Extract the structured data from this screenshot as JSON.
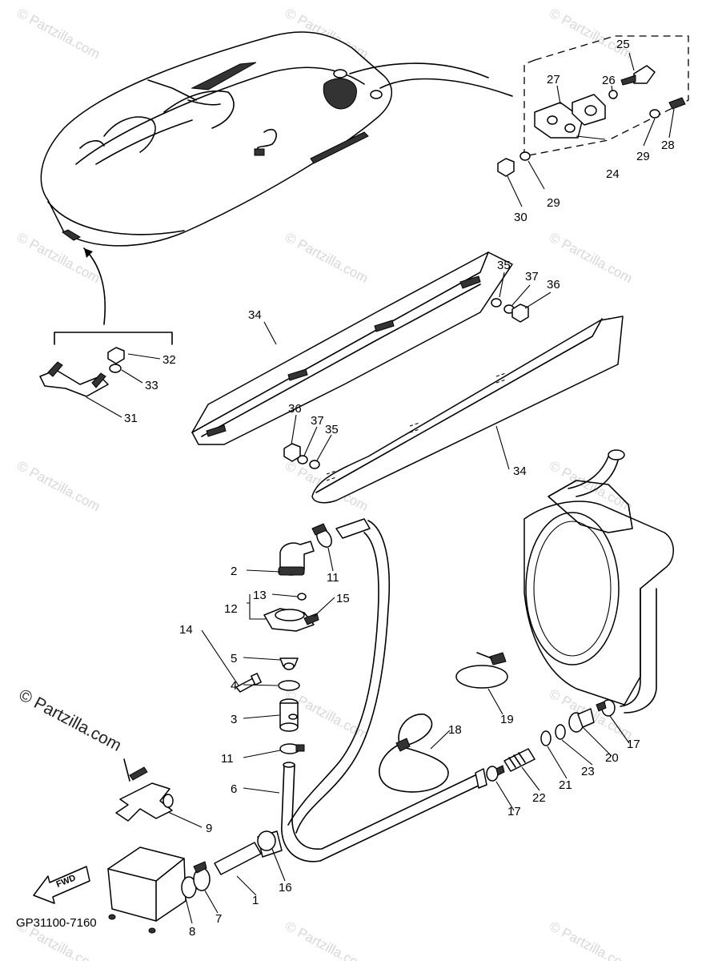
{
  "diagram_code": "GP31100-7160",
  "watermark_text": "© Partzilla.com",
  "watermark_main": "© Partzilla.com",
  "fwd_label": "FWD",
  "callouts": [
    "25",
    "26",
    "27",
    "24",
    "28",
    "29",
    "29",
    "30",
    "35",
    "37",
    "36",
    "34",
    "32",
    "33",
    "31",
    "36",
    "37",
    "35",
    "34",
    "2",
    "11",
    "13",
    "12",
    "15",
    "14",
    "5",
    "4",
    "3",
    "11",
    "6",
    "9",
    "18",
    "19",
    "17",
    "20",
    "23",
    "21",
    "22",
    "17",
    "1",
    "16",
    "7",
    "8"
  ]
}
